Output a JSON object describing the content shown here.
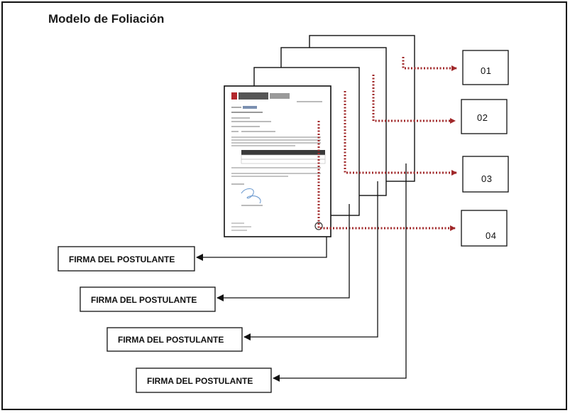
{
  "title": "Modelo de Foliación",
  "folio_numbers": [
    "01",
    "02",
    "03",
    "04"
  ],
  "signature_labels": [
    "FIRMA DEL POSTULANTE",
    "FIRMA DEL POSTULANTE",
    "FIRMA DEL POSTULANTE",
    "FIRMA DEL POSTULANTE"
  ],
  "colors": {
    "arrow_dotted": "#a0282a",
    "line": "#111111",
    "doc_table_band": "#3a3a3a"
  }
}
